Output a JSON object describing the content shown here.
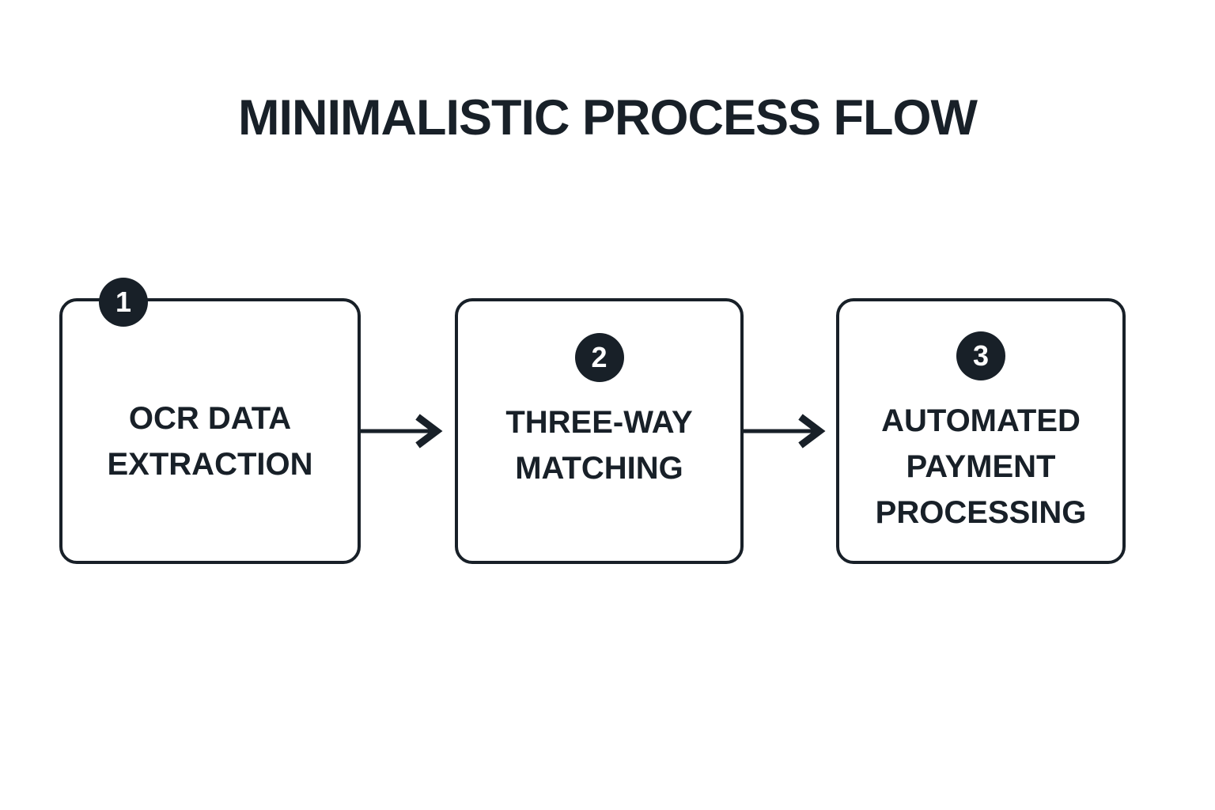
{
  "title": "MINIMALISTIC PROCESS FLOW",
  "colors": {
    "ink": "#182028",
    "background": "#ffffff",
    "badge_fill": "#182028",
    "badge_text": "#ffffff"
  },
  "steps": [
    {
      "number": "1",
      "lines": [
        "OCR DATA",
        "EXTRACTION"
      ]
    },
    {
      "number": "2",
      "lines": [
        "THREE-WAY",
        "MATCHING"
      ]
    },
    {
      "number": "3",
      "lines": [
        "AUTOMATED",
        "PAYMENT",
        "PROCESSING"
      ]
    }
  ],
  "icons": {
    "connector": "right-arrow-icon"
  }
}
